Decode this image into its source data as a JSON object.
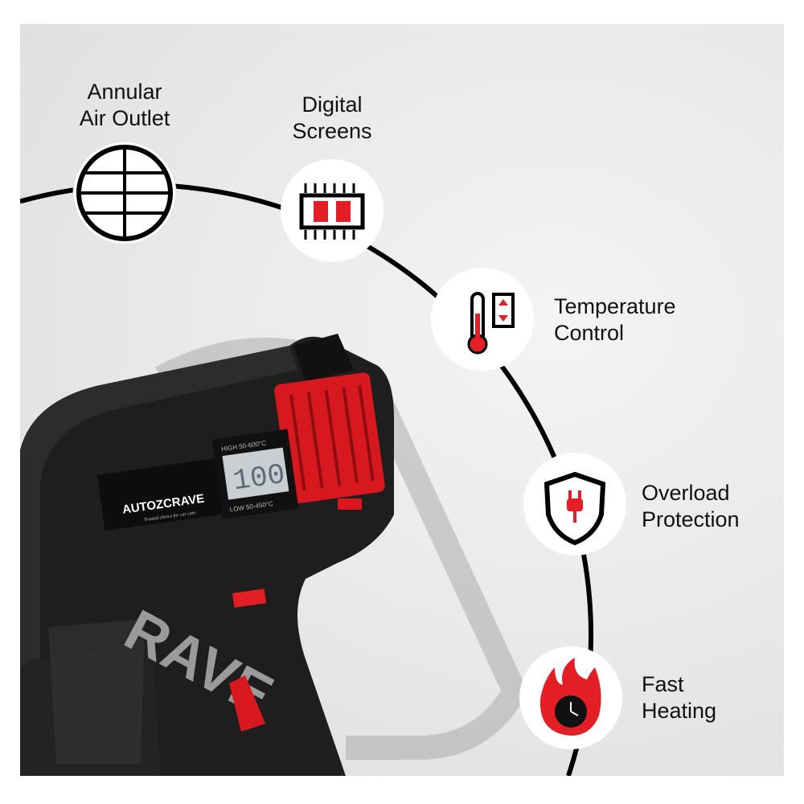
{
  "features": [
    {
      "label_line1": "Annular",
      "label_line2": "Air Outlet",
      "icon": "air-outlet-grid-icon"
    },
    {
      "label_line1": "Digital",
      "label_line2": "Screens",
      "icon": "digital-display-chip-icon"
    },
    {
      "label_line1": "Temperature",
      "label_line2": "Control",
      "icon": "thermometer-updown-icon"
    },
    {
      "label_line1": "Overload",
      "label_line2": "Protection",
      "icon": "shield-plug-icon"
    },
    {
      "label_line1": "Fast",
      "label_line2": "Heating",
      "icon": "flame-clock-icon"
    }
  ],
  "product": {
    "brand": "AUTOZCRAVE",
    "tagline": "Trusted choice for car care",
    "display_high": "HIGH 50-600°C",
    "display_low": "LOW 50-450°C",
    "display_value": "100",
    "watermark": "RAVE"
  },
  "colors": {
    "accent": "#e31e24",
    "dark": "#1c1c1c",
    "background": "#e6e6e6"
  }
}
